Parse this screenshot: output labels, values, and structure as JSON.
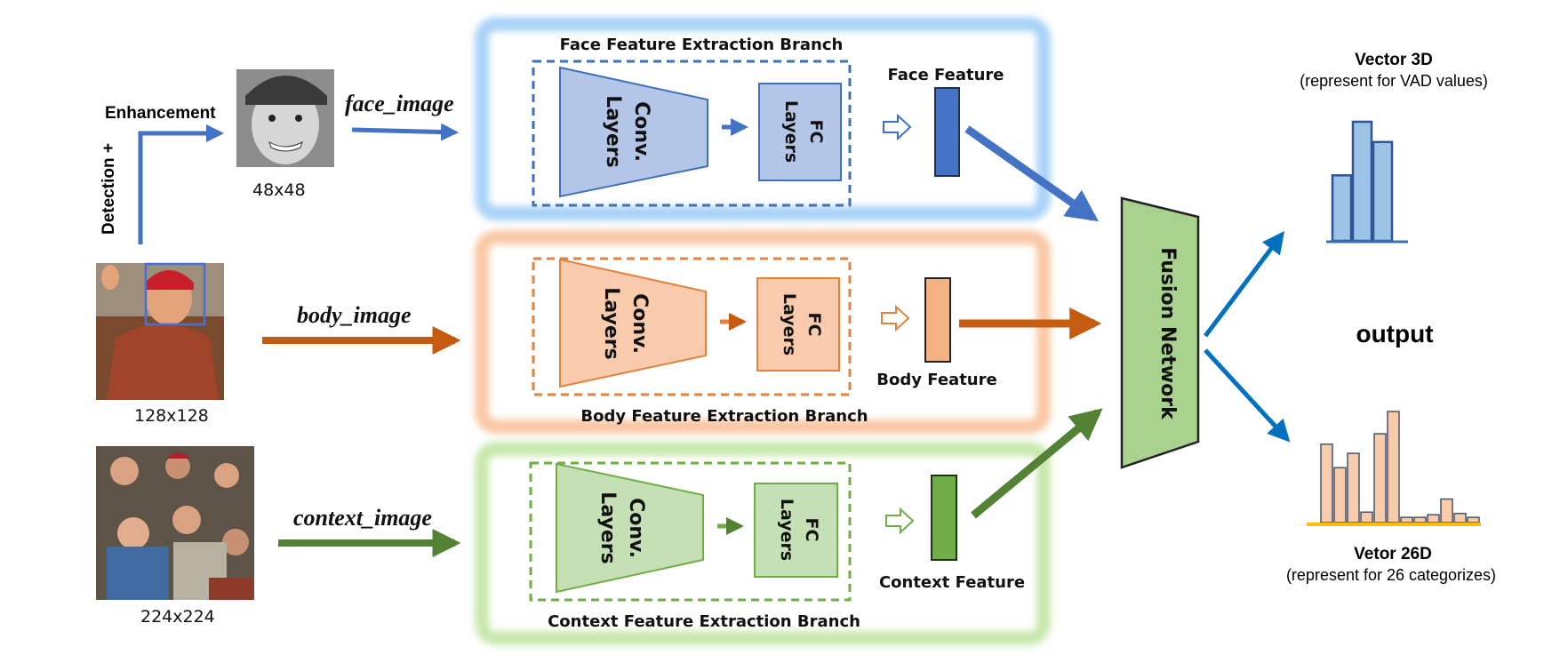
{
  "inputs": {
    "detection_label": "Detection +",
    "enhancement_label": "Enhancement",
    "face_image_label": "face_image",
    "face_size": "48x48",
    "body_image_label": "body_image",
    "body_size": "128x128",
    "context_image_label": "context_image",
    "context_size": "224x224"
  },
  "branches": {
    "face": {
      "title": "Face Feature Extraction Branch",
      "conv_line1": "Conv.",
      "conv_line2": "Layers",
      "fc_line1": "FC",
      "fc_line2": "Layers",
      "feature_label": "Face Feature",
      "colors": {
        "glow": "#a9d3f7",
        "dash": "#3f6fbf",
        "conv": "#b4c6e7",
        "conv_stroke": "#3f6fbf",
        "feature": "#4472c4",
        "arrow": "#4472c4"
      }
    },
    "body": {
      "title": "Body Feature Extraction Branch",
      "conv_line1": "Conv.",
      "conv_line2": "Layers",
      "fc_line1": "FC",
      "fc_line2": "Layers",
      "feature_label": "Body Feature",
      "colors": {
        "glow": "#f9c8a4",
        "dash": "#e2823f",
        "conv": "#f8cbad",
        "conv_stroke": "#e2823f",
        "feature": "#f4b183",
        "arrow": "#c55a11"
      }
    },
    "context": {
      "title": "Context Feature Extraction Branch",
      "conv_line1": "Conv.",
      "conv_line2": "Layers",
      "fc_line1": "FC",
      "fc_line2": "Layers",
      "feature_label": "Context Feature",
      "colors": {
        "glow": "#c8e8ad",
        "dash": "#70ad47",
        "conv": "#c5e0b4",
        "conv_stroke": "#70ad47",
        "feature": "#70ad47",
        "arrow": "#548235"
      }
    }
  },
  "fusion": {
    "label": "Fusion Network",
    "color": "#a9d18e"
  },
  "output": {
    "label": "output",
    "vector3d_title": "Vector 3D",
    "vector3d_subtitle": "(represent for VAD values)",
    "vector3d_values": [
      0.55,
      1.0,
      0.83
    ],
    "vector26d_title": "Vetor 26D",
    "vector26d_subtitle": "(represent for 26 categorizes)",
    "vector26d_values": [
      0.6,
      0.42,
      0.53,
      0.08,
      0.68,
      0.85,
      0.04,
      0.04,
      0.06,
      0.18,
      0.07,
      0.04
    ],
    "arrow_color": "#0070c0",
    "bar3d_color": "#9dc3e6",
    "bar26_color": "#f8cbad",
    "bar26_stroke": "#44546a",
    "baseline26_color": "#ffc000"
  }
}
